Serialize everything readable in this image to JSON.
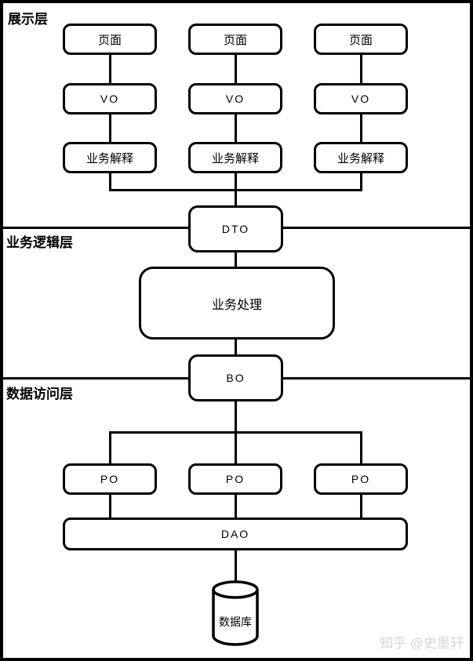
{
  "layers": {
    "presentation": "展示层",
    "business": "业务逻辑层",
    "data_access": "数据访问层"
  },
  "nodes": {
    "page": "页面",
    "vo": "VO",
    "business_interpret": "业务解释",
    "dto": "DTO",
    "business_process": "业务处理",
    "bo": "BO",
    "po": "PO",
    "dao": "DAO",
    "database": "数据库"
  },
  "watermark": "知乎 @史墨轩",
  "colors": {
    "stroke": "#000000",
    "background": "#ffffff",
    "watermark": "#d6d6d6"
  }
}
